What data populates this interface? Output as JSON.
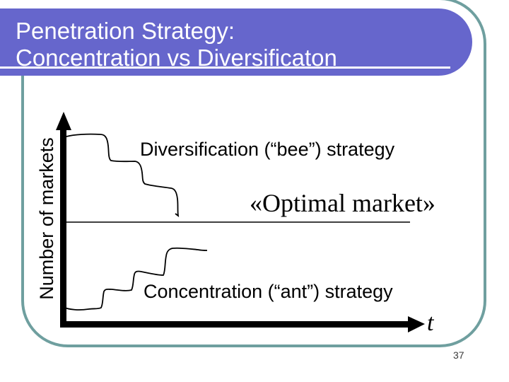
{
  "slide": {
    "title_line1": "Penetration Strategy:",
    "title_line2": "Concentration vs Diversificaton",
    "page_number": "37"
  },
  "diagram": {
    "y_axis_label": "Number of markets",
    "x_axis_label": "t",
    "upper_curve_label": "Diversification (“bee”) strategy",
    "middle_label": "«Optimal market»",
    "lower_curve_label": "Concentration (“ant”) strategy"
  },
  "colors": {
    "header_fill": "#6666CC",
    "slide_border": "#6F9F9F",
    "title_text": "#FFFFFF",
    "diagram_ink": "#000000",
    "page_number_text": "#3A3A3A"
  }
}
